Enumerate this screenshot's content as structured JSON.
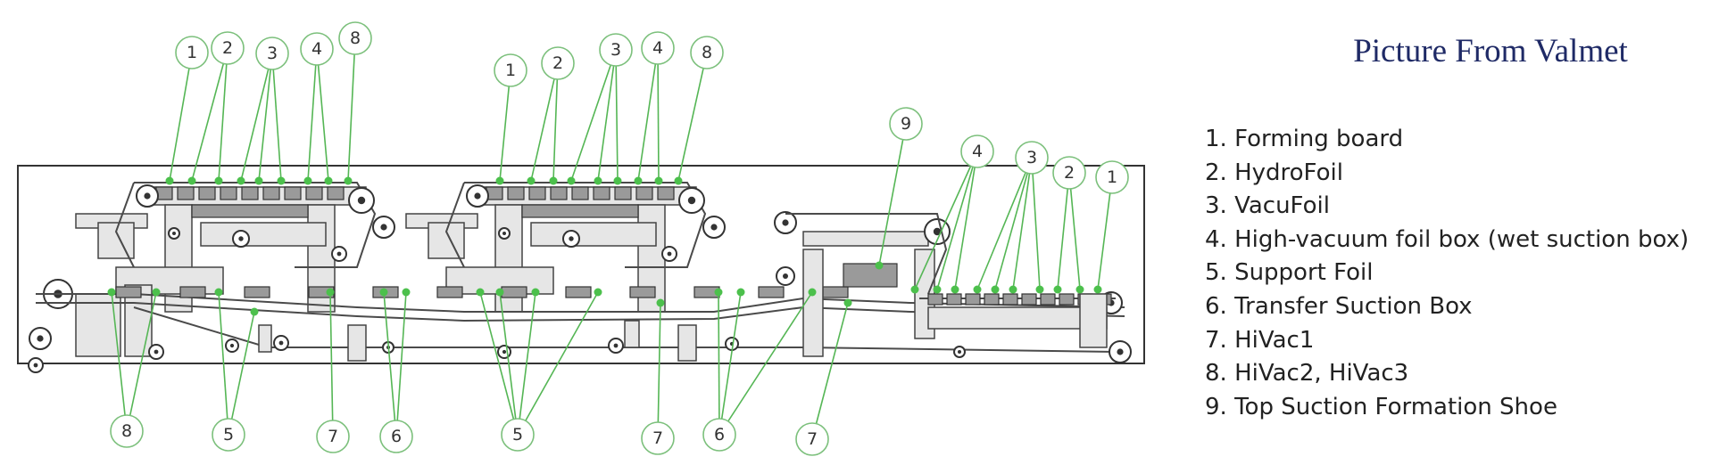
{
  "title": "Picture From Valmet",
  "legend": [
    "1. Forming board",
    "2. HydroFoil",
    "3. VacuFoil",
    "4. High-vacuum foil box (wet suction box)",
    "5. Support Foil",
    "6. Transfer Suction Box",
    "7. HiVac1",
    "8. HiVac2, HiVac3",
    "9. Top Suction Formation Shoe"
  ],
  "callouts": [
    {
      "label": "1"
    },
    {
      "label": "2"
    },
    {
      "label": "3"
    },
    {
      "label": "4"
    },
    {
      "label": "8"
    },
    {
      "label": "1"
    },
    {
      "label": "2"
    },
    {
      "label": "3"
    },
    {
      "label": "4"
    },
    {
      "label": "8"
    },
    {
      "label": "9"
    },
    {
      "label": "4"
    },
    {
      "label": "3"
    },
    {
      "label": "2"
    },
    {
      "label": "1"
    },
    {
      "label": "8"
    },
    {
      "label": "5"
    },
    {
      "label": "7"
    },
    {
      "label": "6"
    },
    {
      "label": "5"
    },
    {
      "label": "7"
    },
    {
      "label": "6"
    },
    {
      "label": "7"
    }
  ],
  "colors": {
    "title": "#1f2a66",
    "leader": "#55b655",
    "dot": "#4cc04c",
    "circle": "#7cc07c"
  }
}
